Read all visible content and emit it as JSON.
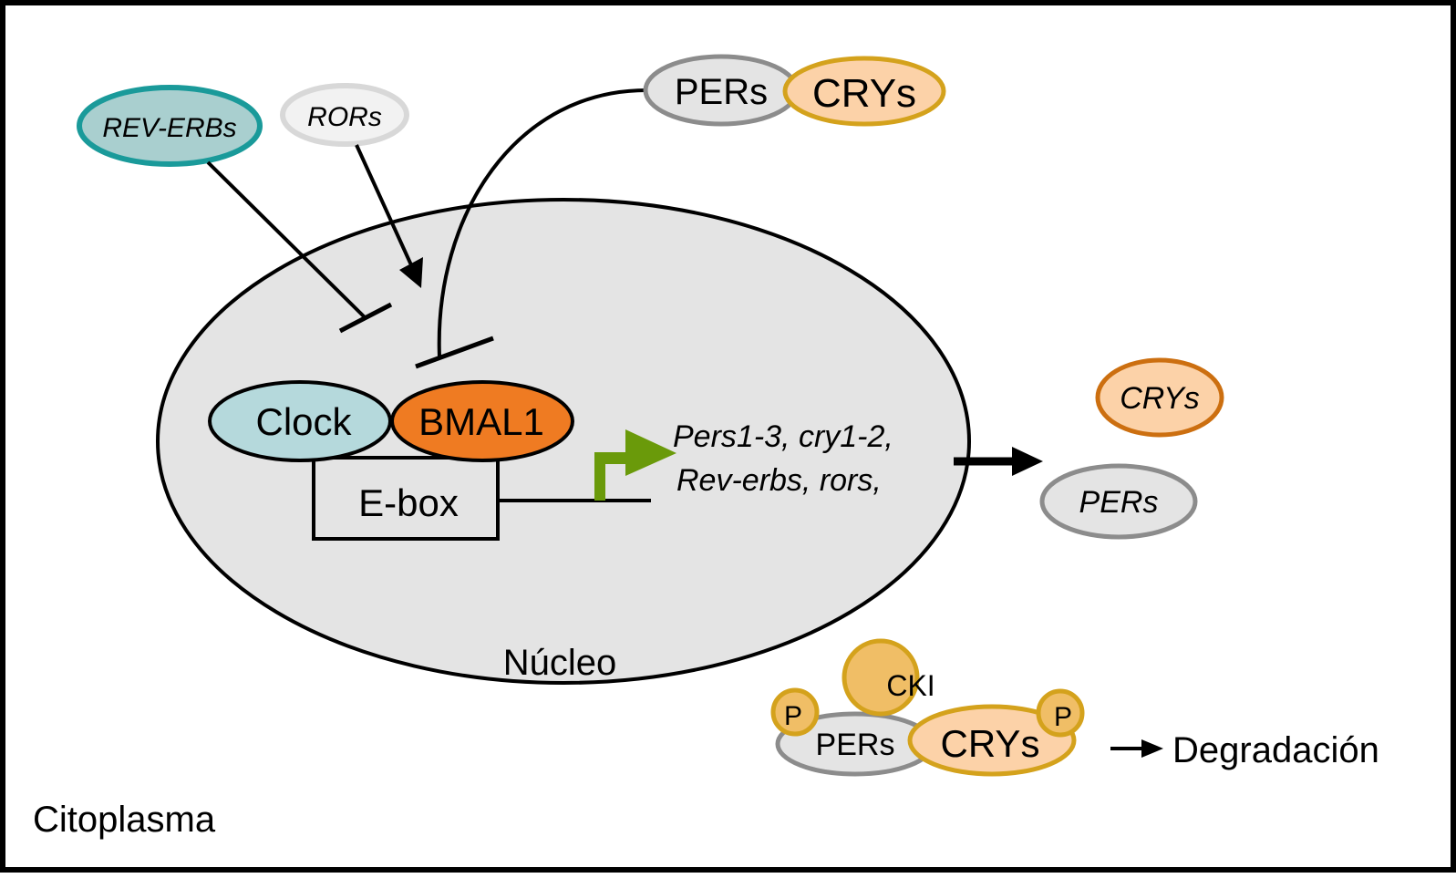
{
  "diagram": {
    "compartments": {
      "nucleus_label": "Núcleo",
      "cytoplasm_label": "Citoplasma"
    },
    "regulators": {
      "rev_erbs": "REV-ERBs",
      "rors": "RORs"
    },
    "repressor_complex": {
      "pers": "PERs",
      "crys": "CRYs"
    },
    "activator_complex": {
      "clock": "Clock",
      "bmal1": "BMAL1",
      "ebox": "E-box"
    },
    "target_genes": {
      "line1": "Pers1-3, cry1-2,",
      "line2": "Rev-erbs, rors,"
    },
    "translated_proteins": {
      "crys": "CRYs",
      "pers": "PERs"
    },
    "degradation_complex": {
      "kinase": "CKI",
      "phospho_left": "P",
      "phospho_right": "P",
      "pers": "PERs",
      "crys": "CRYs",
      "outcome": "Degradación"
    },
    "edges": [
      {
        "from": "REV-ERBs",
        "to": "Clock-BMAL1",
        "type": "inhibition"
      },
      {
        "from": "RORs",
        "to": "Clock-BMAL1",
        "type": "activation"
      },
      {
        "from": "PERs-CRYs",
        "to": "Clock-BMAL1",
        "type": "inhibition"
      },
      {
        "from": "E-box",
        "to": "target genes",
        "type": "transcription"
      },
      {
        "from": "target genes",
        "to": "CRYs/PERs",
        "type": "translation"
      },
      {
        "from": "CKI-PERs-CRYs",
        "to": "Degradación",
        "type": "activation"
      }
    ],
    "colors": {
      "nucleus_fill": "#e4e4e4",
      "rev_erbs_fill": "#a9cfcf",
      "rev_erbs_stroke": "#1a9a9a",
      "rors_fill": "#f2f2f2",
      "rors_stroke": "#d8d8d8",
      "pers_fill": "#e4e4e4",
      "pers_stroke": "#8c8c8c",
      "crys_fill": "#fcd2a8",
      "crys_stroke": "#d4a21c",
      "crys_free_stroke": "#cc6f10",
      "clock_fill": "#b5d9dc",
      "bmal1_fill": "#ef7b22",
      "promoter_green": "#6a9a0a",
      "cki_fill": "#f0be66",
      "cki_stroke": "#d4a21c"
    }
  }
}
